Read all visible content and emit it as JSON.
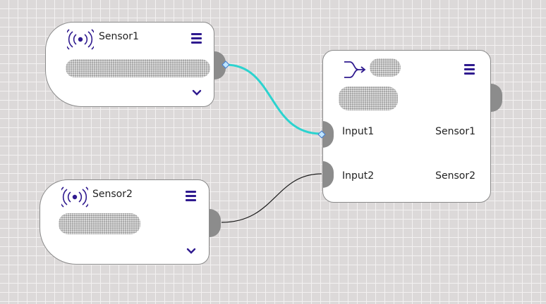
{
  "canvas": {
    "background": "#dcd9d9",
    "grid_color": "#f3f1f1"
  },
  "sensor1": {
    "title": "Sensor1",
    "icon": "sensor-signal-icon",
    "menu_icon": "hamburger-menu-icon",
    "expand_icon": "chevron-down-icon"
  },
  "sensor2": {
    "title": "Sensor2",
    "icon": "sensor-signal-icon",
    "menu_icon": "hamburger-menu-icon",
    "expand_icon": "chevron-down-icon"
  },
  "merge_node": {
    "icon": "merge-icon",
    "menu_icon": "hamburger-menu-icon",
    "inputs": [
      {
        "label": "Input1",
        "value": "Sensor1"
      },
      {
        "label": "Input2",
        "value": "Sensor2"
      }
    ]
  },
  "wires": {
    "active_color": "#2bd3cf",
    "inactive_color": "#1c1c1c"
  },
  "accent_color": "#2f1a8f"
}
